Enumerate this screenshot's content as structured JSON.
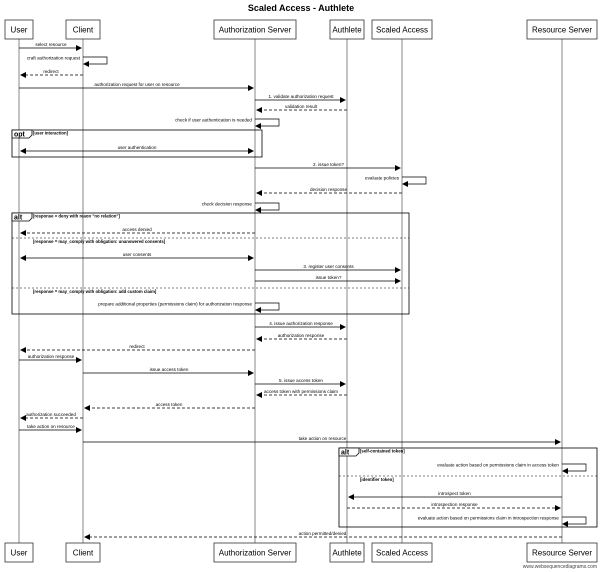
{
  "title": "Scaled Access - Authlete",
  "footer": "www.websequencediagrams.com",
  "participants": [
    {
      "id": "user",
      "label": "User"
    },
    {
      "id": "client",
      "label": "Client"
    },
    {
      "id": "as",
      "label": "Authorization Server"
    },
    {
      "id": "authlete",
      "label": "Authlete"
    },
    {
      "id": "sa",
      "label": "Scaled Access"
    },
    {
      "id": "rs",
      "label": "Resource Server"
    }
  ],
  "messages": [
    {
      "from": "user",
      "to": "client",
      "label": "select resource",
      "dashed": false
    },
    {
      "from": "client",
      "to": "client",
      "label": "craft authorization request",
      "dashed": false
    },
    {
      "from": "client",
      "to": "user",
      "label": "redirect",
      "dashed": true
    },
    {
      "from": "user",
      "to": "as",
      "label": "authorization request for user on resource",
      "dashed": false
    },
    {
      "from": "as",
      "to": "authlete",
      "label": "1. validate authorization request",
      "dashed": false
    },
    {
      "from": "authlete",
      "to": "as",
      "label": "validation result",
      "dashed": true
    },
    {
      "from": "as",
      "to": "as",
      "label": "check if user authentication is needed",
      "dashed": false
    },
    {
      "from": "user",
      "to": "as",
      "label": "user authentication",
      "dashed": false,
      "both": true
    },
    {
      "from": "as",
      "to": "sa",
      "label": "2. issue token?",
      "dashed": false
    },
    {
      "from": "sa",
      "to": "sa",
      "label": "evaluate policies",
      "dashed": false
    },
    {
      "from": "sa",
      "to": "as",
      "label": "decision response",
      "dashed": true
    },
    {
      "from": "as",
      "to": "as",
      "label": "check decision response",
      "dashed": false
    },
    {
      "from": "as",
      "to": "user",
      "label": "access denied",
      "dashed": true
    },
    {
      "from": "user",
      "to": "as",
      "label": "user consents",
      "dashed": false,
      "both": true
    },
    {
      "from": "as",
      "to": "sa",
      "label": "3. register user consents",
      "dashed": false
    },
    {
      "from": "as",
      "to": "sa",
      "label": "issue token?",
      "dashed": false
    },
    {
      "from": "as",
      "to": "as",
      "label": "prepare additional properties (permissions claim) for authorization response",
      "dashed": false
    },
    {
      "from": "as",
      "to": "authlete",
      "label": "4. issue authorization response",
      "dashed": false
    },
    {
      "from": "authlete",
      "to": "as",
      "label": "authorization response",
      "dashed": true
    },
    {
      "from": "as",
      "to": "user",
      "label": "redirect",
      "dashed": true
    },
    {
      "from": "user",
      "to": "client",
      "label": "authorization response",
      "dashed": false
    },
    {
      "from": "client",
      "to": "as",
      "label": "issue access token",
      "dashed": false
    },
    {
      "from": "as",
      "to": "authlete",
      "label": "5. issue access token",
      "dashed": false
    },
    {
      "from": "authlete",
      "to": "as",
      "label": "access token with permissions claim",
      "dashed": true
    },
    {
      "from": "as",
      "to": "client",
      "label": "access token",
      "dashed": true
    },
    {
      "from": "client",
      "to": "user",
      "label": "authorization succeeded",
      "dashed": true
    },
    {
      "from": "user",
      "to": "client",
      "label": "take action on resource",
      "dashed": false
    },
    {
      "from": "client",
      "to": "rs",
      "label": "take action on resource",
      "dashed": false
    },
    {
      "from": "rs",
      "to": "rs",
      "label": "evaluate action based on permissions claim in access token",
      "dashed": false
    },
    {
      "from": "rs",
      "to": "authlete",
      "label": "introspect token",
      "dashed": false
    },
    {
      "from": "authlete",
      "to": "rs",
      "label": "introspection response",
      "dashed": true
    },
    {
      "from": "rs",
      "to": "rs",
      "label": "evaluate action based on permissions claim in introspection response",
      "dashed": false
    },
    {
      "from": "rs",
      "to": "client",
      "label": "action permitted/denied",
      "dashed": true
    }
  ],
  "fragments": [
    {
      "tag": "opt",
      "conditions": [
        "[user interaction]"
      ]
    },
    {
      "tag": "alt",
      "conditions": [
        "[response = deny with reaon \"no relation\"]",
        "[response = may_comply with obligation: unanswered consents]",
        "[response = may_comply with obligation: add custom claim]"
      ]
    },
    {
      "tag": "alt",
      "conditions": [
        "[self-contained token]",
        "[identifier token]"
      ]
    }
  ]
}
